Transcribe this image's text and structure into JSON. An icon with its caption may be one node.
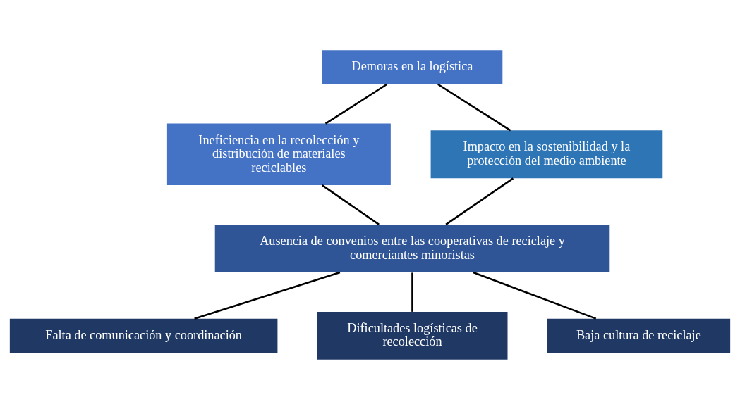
{
  "diagram": {
    "nodes": [
      {
        "text": [
          "Demoras en la logística"
        ]
      },
      {
        "text": [
          "Ineficiencia en la recolección y distribución de materiales reciclables"
        ]
      },
      {
        "text": [
          "Impacto en la sostenibilidad y la protección del medio ambiente"
        ]
      },
      {
        "text": [
          "Ausencia de convenios entre las cooperativas de reciclaje y comerciantes minoristas"
        ]
      },
      {
        "text": [
          "Falta de comunicación y coordinación"
        ]
      },
      {
        "text": [
          "Dificultades logísticas de recolección"
        ]
      },
      {
        "text": [
          "Baja cultura de reciclaje"
        ]
      }
    ],
    "edges": [
      {
        "from": 0,
        "to": 1,
        "arrow": "none"
      },
      {
        "from": 0,
        "to": 2,
        "arrow": "none"
      },
      {
        "from": 1,
        "to": 3,
        "arrow": "none"
      },
      {
        "from": 2,
        "to": 3,
        "arrow": "none"
      },
      {
        "from": 3,
        "to": 4,
        "arrow": "none"
      },
      {
        "from": 3,
        "to": 5,
        "arrow": "none"
      },
      {
        "from": 3,
        "to": 6,
        "arrow": "none"
      }
    ]
  }
}
